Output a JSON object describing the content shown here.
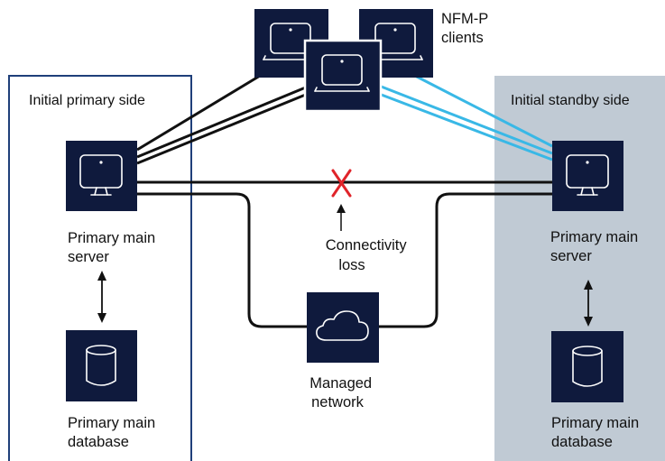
{
  "primary_side": {
    "title": "Initial primary side"
  },
  "standby_side": {
    "title": "Initial standby side"
  },
  "clients": {
    "label_line1": "NFM-P",
    "label_line2": "clients"
  },
  "primary_server": {
    "label_line1": "Primary main",
    "label_line2": "server"
  },
  "primary_database": {
    "label_line1": "Primary main",
    "label_line2": "database"
  },
  "standby_server": {
    "label_line1": "Primary main",
    "label_line2": "server"
  },
  "standby_database": {
    "label_line1": "Primary main",
    "label_line2": "database"
  },
  "connectivity_loss": {
    "label_line1": "Connectivity",
    "label_line2": "loss"
  },
  "managed_network": {
    "label_line1": "Managed",
    "label_line2": "network"
  },
  "colors": {
    "node_fill": "#0f1a3d",
    "primary_border": "#1f3f7a",
    "standby_fill": "#c0cad4",
    "client_link_primary": "#111111",
    "client_link_standby": "#39b8e6",
    "failure_mark": "#e0242a"
  }
}
